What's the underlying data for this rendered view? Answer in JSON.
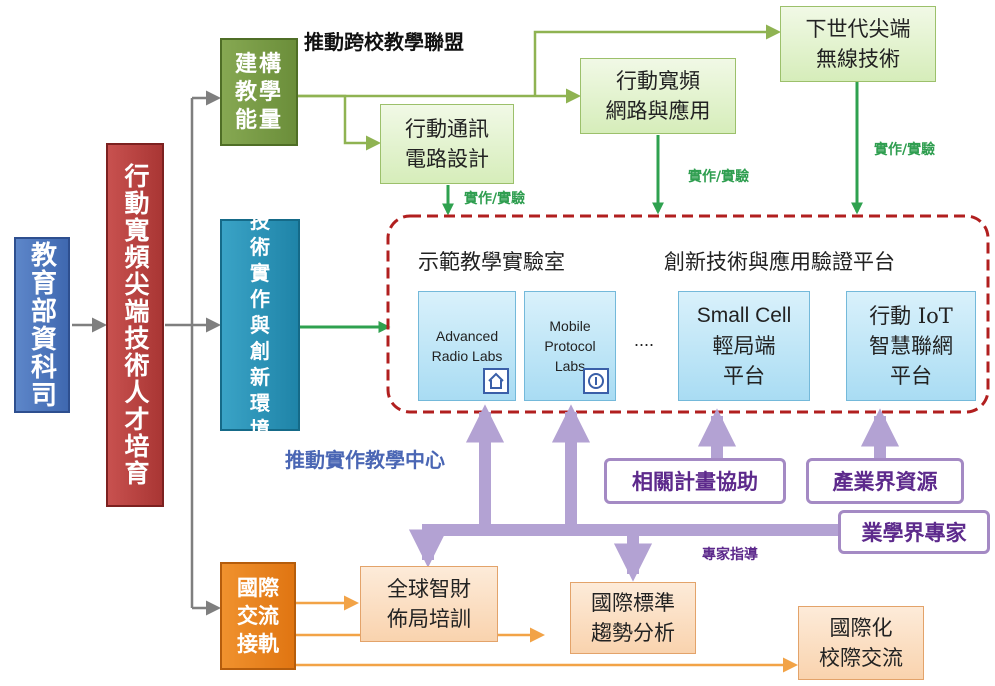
{
  "root": "教育部資科司",
  "program": "行動寬頻尖端技術人才培育",
  "build_capacity": "建構教學能量",
  "alliance_label": "推動跨校教學聯盟",
  "advanced_env": "尖端技術實作與創新環境建置",
  "intl": "國際交流接軌",
  "courses": {
    "circuit": [
      "行動通訊",
      "電路設計"
    ],
    "broadband": [
      "行動寬頻",
      "網路與應用"
    ],
    "nextgen": [
      "下世代尖端",
      "無線技術"
    ]
  },
  "practice_label": "實作/實驗",
  "practice_center": "推動實作教學中心",
  "demo_lab_heading": "示範教學實驗室",
  "platform_heading": "創新技術與應用驗證平台",
  "labs": {
    "radio": [
      "Advanced",
      "Radio Labs"
    ],
    "protocol": [
      "Mobile",
      "Protocol",
      "Labs"
    ],
    "ellipsis": "...."
  },
  "platforms": {
    "small_cell": [
      "Small Cell",
      "輕局端",
      "平台"
    ],
    "iot": [
      "行動 IoT",
      "智慧聯網",
      "平台"
    ]
  },
  "support": {
    "project": "相關計畫協助",
    "industry": "產業界資源",
    "experts": "業學界專家",
    "expert_guidance": "專家指導"
  },
  "intl_items": {
    "ip": [
      "全球智財",
      "佈局培訓"
    ],
    "standards": [
      "國際標準",
      "趨勢分析"
    ],
    "exchange": [
      "國際化",
      "校際交流"
    ]
  },
  "colors": {
    "arrow_gray": "#7f7f7f",
    "arrow_green": "#2fa14f",
    "arrow_olive": "#8fb352",
    "arrow_purple": "#b3a2d3",
    "arrow_orange": "#f2a347",
    "dashed_frame": "#b11f1f"
  },
  "icons": [
    "home-icon",
    "info-icon"
  ]
}
